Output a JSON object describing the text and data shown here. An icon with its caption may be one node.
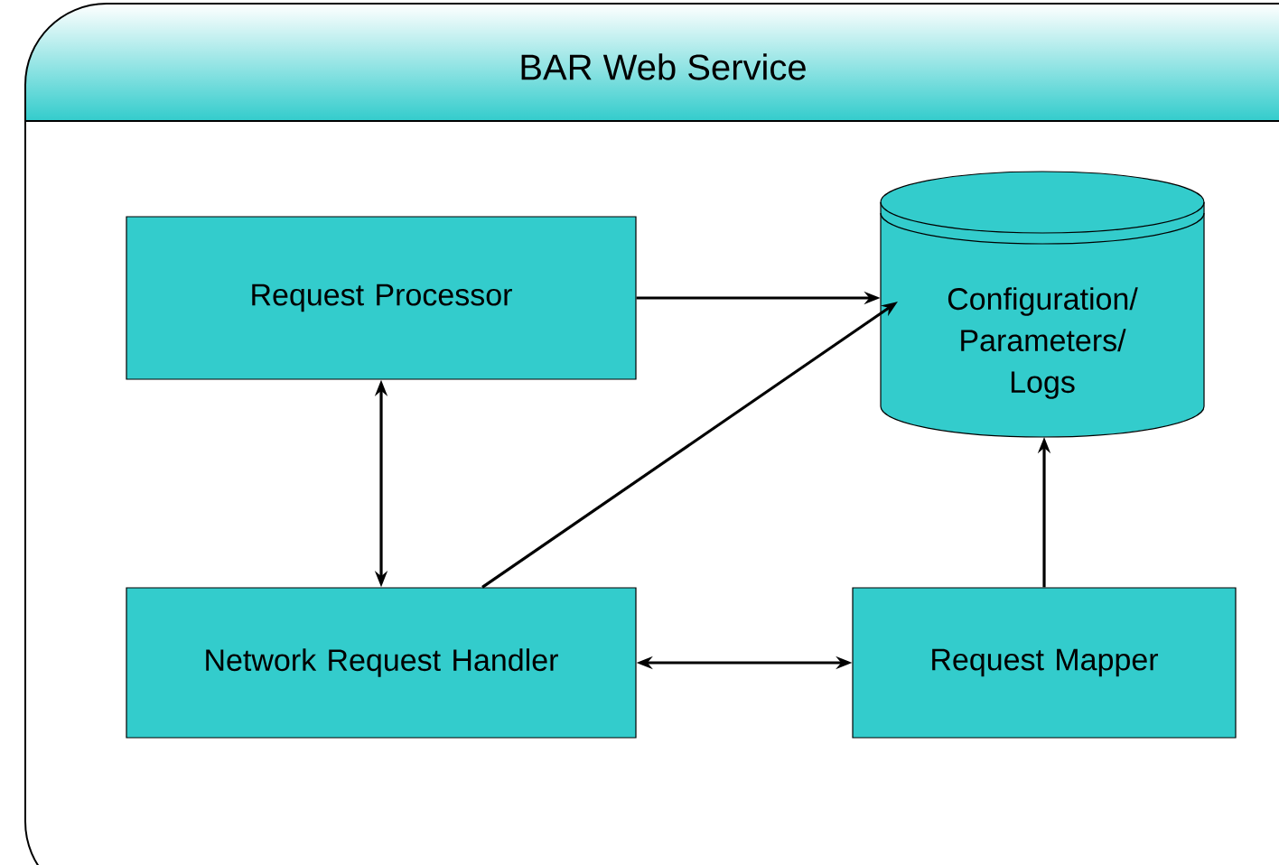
{
  "diagram": {
    "nodes": [
      {
        "text": [
          "BAR Web Service"
        ]
      },
      {
        "text": [
          "Request Processor"
        ],
        "in": 0
      },
      {
        "text": [
          "Configuration/ Parameters/ Logs"
        ],
        "in": 0
      },
      {
        "text": [
          "Network Request Handler"
        ],
        "in": 0
      },
      {
        "text": [
          "Request Mapper"
        ],
        "in": 0
      }
    ],
    "edges": [
      {
        "from": 1,
        "to": 2,
        "arrow": "to"
      },
      {
        "from": 1,
        "to": 3,
        "arrow": "both"
      },
      {
        "from": 3,
        "to": 2,
        "arrow": "to"
      },
      {
        "from": 3,
        "to": 4,
        "arrow": "both"
      },
      {
        "from": 4,
        "to": 2,
        "arrow": "to"
      }
    ]
  }
}
